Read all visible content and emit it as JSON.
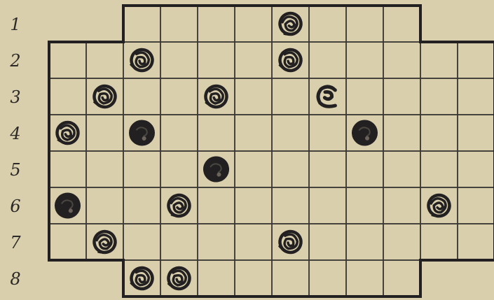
{
  "board": {
    "columns": 12,
    "rows": 8,
    "row_labels": [
      "1",
      "2",
      "3",
      "4",
      "5",
      "6",
      "7",
      "8"
    ],
    "row_spans": [
      [
        3,
        10
      ],
      [
        1,
        12
      ],
      [
        1,
        12
      ],
      [
        1,
        12
      ],
      [
        1,
        12
      ],
      [
        1,
        12
      ],
      [
        1,
        12
      ],
      [
        3,
        10
      ]
    ],
    "pieces": [
      {
        "row": 1,
        "col": 7,
        "style": "scribble"
      },
      {
        "row": 2,
        "col": 3,
        "style": "scribble"
      },
      {
        "row": 2,
        "col": 7,
        "style": "scribble"
      },
      {
        "row": 3,
        "col": 2,
        "style": "scribble"
      },
      {
        "row": 3,
        "col": 5,
        "style": "scribble"
      },
      {
        "row": 3,
        "col": 8,
        "style": "hook"
      },
      {
        "row": 4,
        "col": 1,
        "style": "scribble"
      },
      {
        "row": 4,
        "col": 3,
        "style": "solid"
      },
      {
        "row": 4,
        "col": 9,
        "style": "solid"
      },
      {
        "row": 5,
        "col": 5,
        "style": "solid"
      },
      {
        "row": 6,
        "col": 1,
        "style": "solid"
      },
      {
        "row": 6,
        "col": 4,
        "style": "scribble"
      },
      {
        "row": 6,
        "col": 11,
        "style": "scribble"
      },
      {
        "row": 7,
        "col": 2,
        "style": "scribble"
      },
      {
        "row": 7,
        "col": 7,
        "style": "scribble"
      },
      {
        "row": 8,
        "col": 3,
        "style": "scribble"
      },
      {
        "row": 8,
        "col": 4,
        "style": "scribble"
      }
    ]
  },
  "colors": {
    "paper": "#d9cfad",
    "ink": "#222021",
    "grid": "#3a3732"
  }
}
